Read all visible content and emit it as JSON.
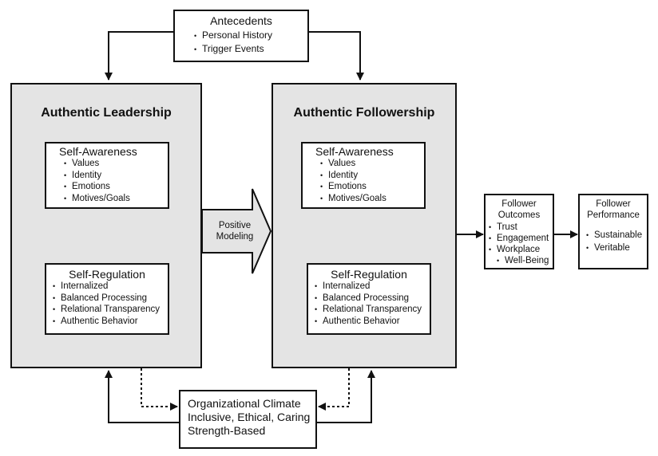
{
  "antecedents": {
    "title": "Antecedents",
    "items": [
      "Personal History",
      "Trigger Events"
    ]
  },
  "leadership": {
    "title": "Authentic Leadership",
    "self_awareness": {
      "title": "Self-Awareness",
      "items": [
        "Values",
        "Identity",
        "Emotions",
        "Motives/Goals"
      ]
    },
    "self_regulation": {
      "title": "Self-Regulation",
      "items": [
        "Internalized",
        "Balanced Processing",
        "Relational Transparency",
        "Authentic Behavior"
      ]
    }
  },
  "followership": {
    "title": "Authentic Followership",
    "self_awareness": {
      "title": "Self-Awareness",
      "items": [
        "Values",
        "Identity",
        "Emotions",
        "Motives/Goals"
      ]
    },
    "self_regulation": {
      "title": "Self-Regulation",
      "items": [
        "Internalized",
        "Balanced Processing",
        "Relational Transparency",
        "Authentic Behavior"
      ]
    }
  },
  "positive_modeling": {
    "line1": "Positive",
    "line2": "Modeling"
  },
  "follower_outcomes": {
    "title_line1": "Follower",
    "title_line2": "Outcomes",
    "items": [
      "Trust",
      "Engagement",
      "Workplace",
      "Well-Being"
    ]
  },
  "follower_performance": {
    "title_line1": "Follower",
    "title_line2": "Performance",
    "items": [
      "Sustainable",
      "Veritable"
    ]
  },
  "climate": {
    "line1": "Organizational Climate",
    "line2": "Inclusive, Ethical, Caring",
    "line3": "Strength-Based"
  }
}
